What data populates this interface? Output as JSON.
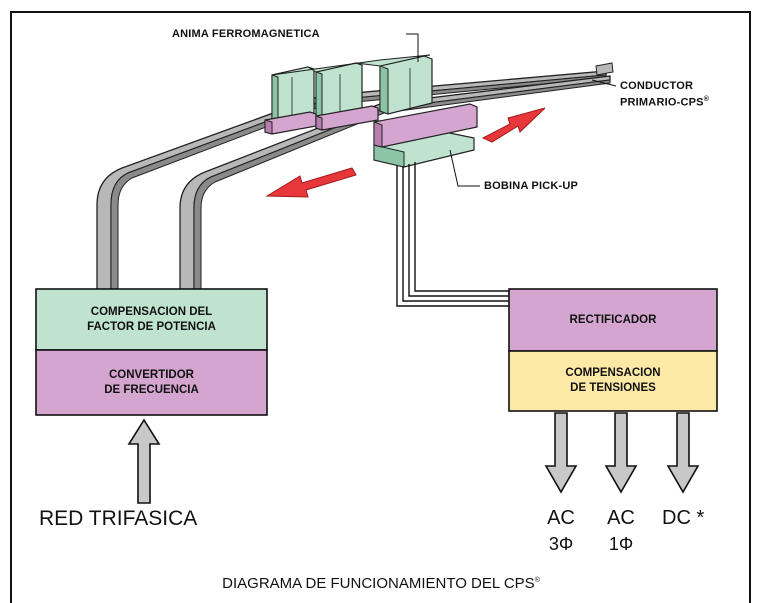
{
  "labels": {
    "core": "ANIMA FERROMAGNETICA",
    "conductor_line1": "CONDUCTOR",
    "conductor_line2": "PRIMARIO-CPS",
    "coil": "BOBINA PICK-UP",
    "registered": "®"
  },
  "left_block": {
    "top_line1": "COMPENSACION DEL",
    "top_line2": "FACTOR DE POTENCIA",
    "bottom_line1": "CONVERTIDOR",
    "bottom_line2": "DE FRECUENCIA"
  },
  "right_block": {
    "top": "RECTIFICADOR",
    "bottom_line1": "COMPENSACION",
    "bottom_line2": "DE TENSIONES"
  },
  "input": "RED TRIFASICA",
  "outputs": [
    {
      "type": "AC",
      "phase": "3Φ"
    },
    {
      "type": "AC",
      "phase": "1Φ"
    },
    {
      "type": "DC *",
      "phase": ""
    }
  ],
  "caption": "DIAGRAMA DE FUNCIONAMIENTO DEL CPS",
  "colors": {
    "green": "#bfe3cf",
    "green_dark": "#8cc4a6",
    "purple": "#d4a6cf",
    "purple_dark": "#b67fb0",
    "yellow": "#fde9a6",
    "red": "#e8373a",
    "rail_gray": "#b8b8b8",
    "arrow_gray": "#c8c8c8"
  }
}
